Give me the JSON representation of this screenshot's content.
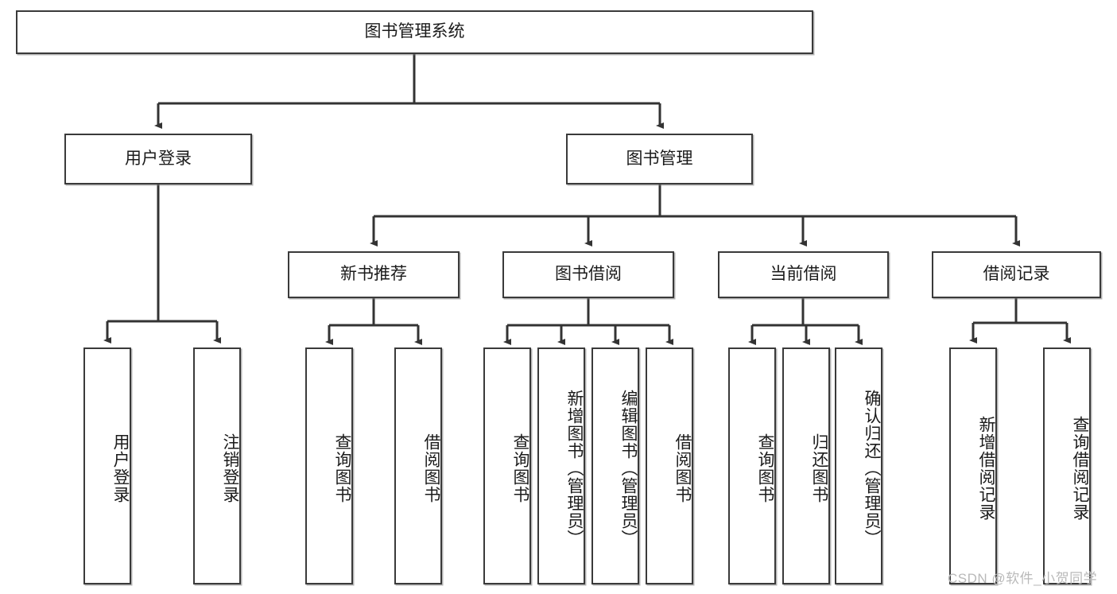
{
  "diagram": {
    "title": "图书管理系统",
    "type": "tree-hierarchy",
    "watermark": "CSDN @软件_小贺同学",
    "colors": {
      "box_border": "#3a3a3a",
      "box_fill": "#ffffff",
      "edge": "#333333",
      "text": "#1b1b1b",
      "watermark": "#b9b9b9",
      "background": "#ffffff"
    },
    "nodes": {
      "root": {
        "label": "图书管理系统",
        "level": 1,
        "orientation": "horizontal"
      },
      "l2": [
        {
          "id": "user-login",
          "label": "用户登录",
          "level": 2,
          "orientation": "horizontal"
        },
        {
          "id": "book-manage",
          "label": "图书管理",
          "level": 2,
          "orientation": "horizontal"
        }
      ],
      "l3": [
        {
          "id": "new-book-rec",
          "label": "新书推荐",
          "level": 3,
          "orientation": "horizontal"
        },
        {
          "id": "book-borrow",
          "label": "图书借阅",
          "level": 3,
          "orientation": "horizontal"
        },
        {
          "id": "current-borrow",
          "label": "当前借阅",
          "level": 3,
          "orientation": "horizontal"
        },
        {
          "id": "borrow-record",
          "label": "借阅记录",
          "level": 3,
          "orientation": "horizontal"
        }
      ],
      "leaves": [
        {
          "id": "leaf-user-login",
          "label": "用户登录",
          "parent": "user-login",
          "orientation": "vertical"
        },
        {
          "id": "leaf-logout",
          "label": "注销登录",
          "parent": "user-login",
          "orientation": "vertical"
        },
        {
          "id": "leaf-query-book-1",
          "label": "查询图书",
          "parent": "new-book-rec",
          "orientation": "vertical"
        },
        {
          "id": "leaf-borrow-book-1",
          "label": "借阅图书",
          "parent": "new-book-rec",
          "orientation": "vertical"
        },
        {
          "id": "leaf-query-book-2",
          "label": "查询图书",
          "parent": "book-borrow",
          "orientation": "vertical"
        },
        {
          "id": "leaf-add-book",
          "label": "新增图书（管理员）",
          "parent": "book-borrow",
          "orientation": "vertical"
        },
        {
          "id": "leaf-edit-book",
          "label": "编辑图书（管理员）",
          "parent": "book-borrow",
          "orientation": "vertical"
        },
        {
          "id": "leaf-borrow-book-2",
          "label": "借阅图书",
          "parent": "book-borrow",
          "orientation": "vertical"
        },
        {
          "id": "leaf-query-book-3",
          "label": "查询图书",
          "parent": "current-borrow",
          "orientation": "vertical"
        },
        {
          "id": "leaf-return-book",
          "label": "归还图书",
          "parent": "current-borrow",
          "orientation": "vertical"
        },
        {
          "id": "leaf-confirm-return",
          "label": "确认归还（管理员）",
          "parent": "current-borrow",
          "orientation": "vertical"
        },
        {
          "id": "leaf-add-record",
          "label": "新增借阅记录",
          "parent": "borrow-record",
          "orientation": "vertical"
        },
        {
          "id": "leaf-query-record",
          "label": "查询借阅记录",
          "parent": "borrow-record",
          "orientation": "vertical"
        }
      ]
    }
  }
}
